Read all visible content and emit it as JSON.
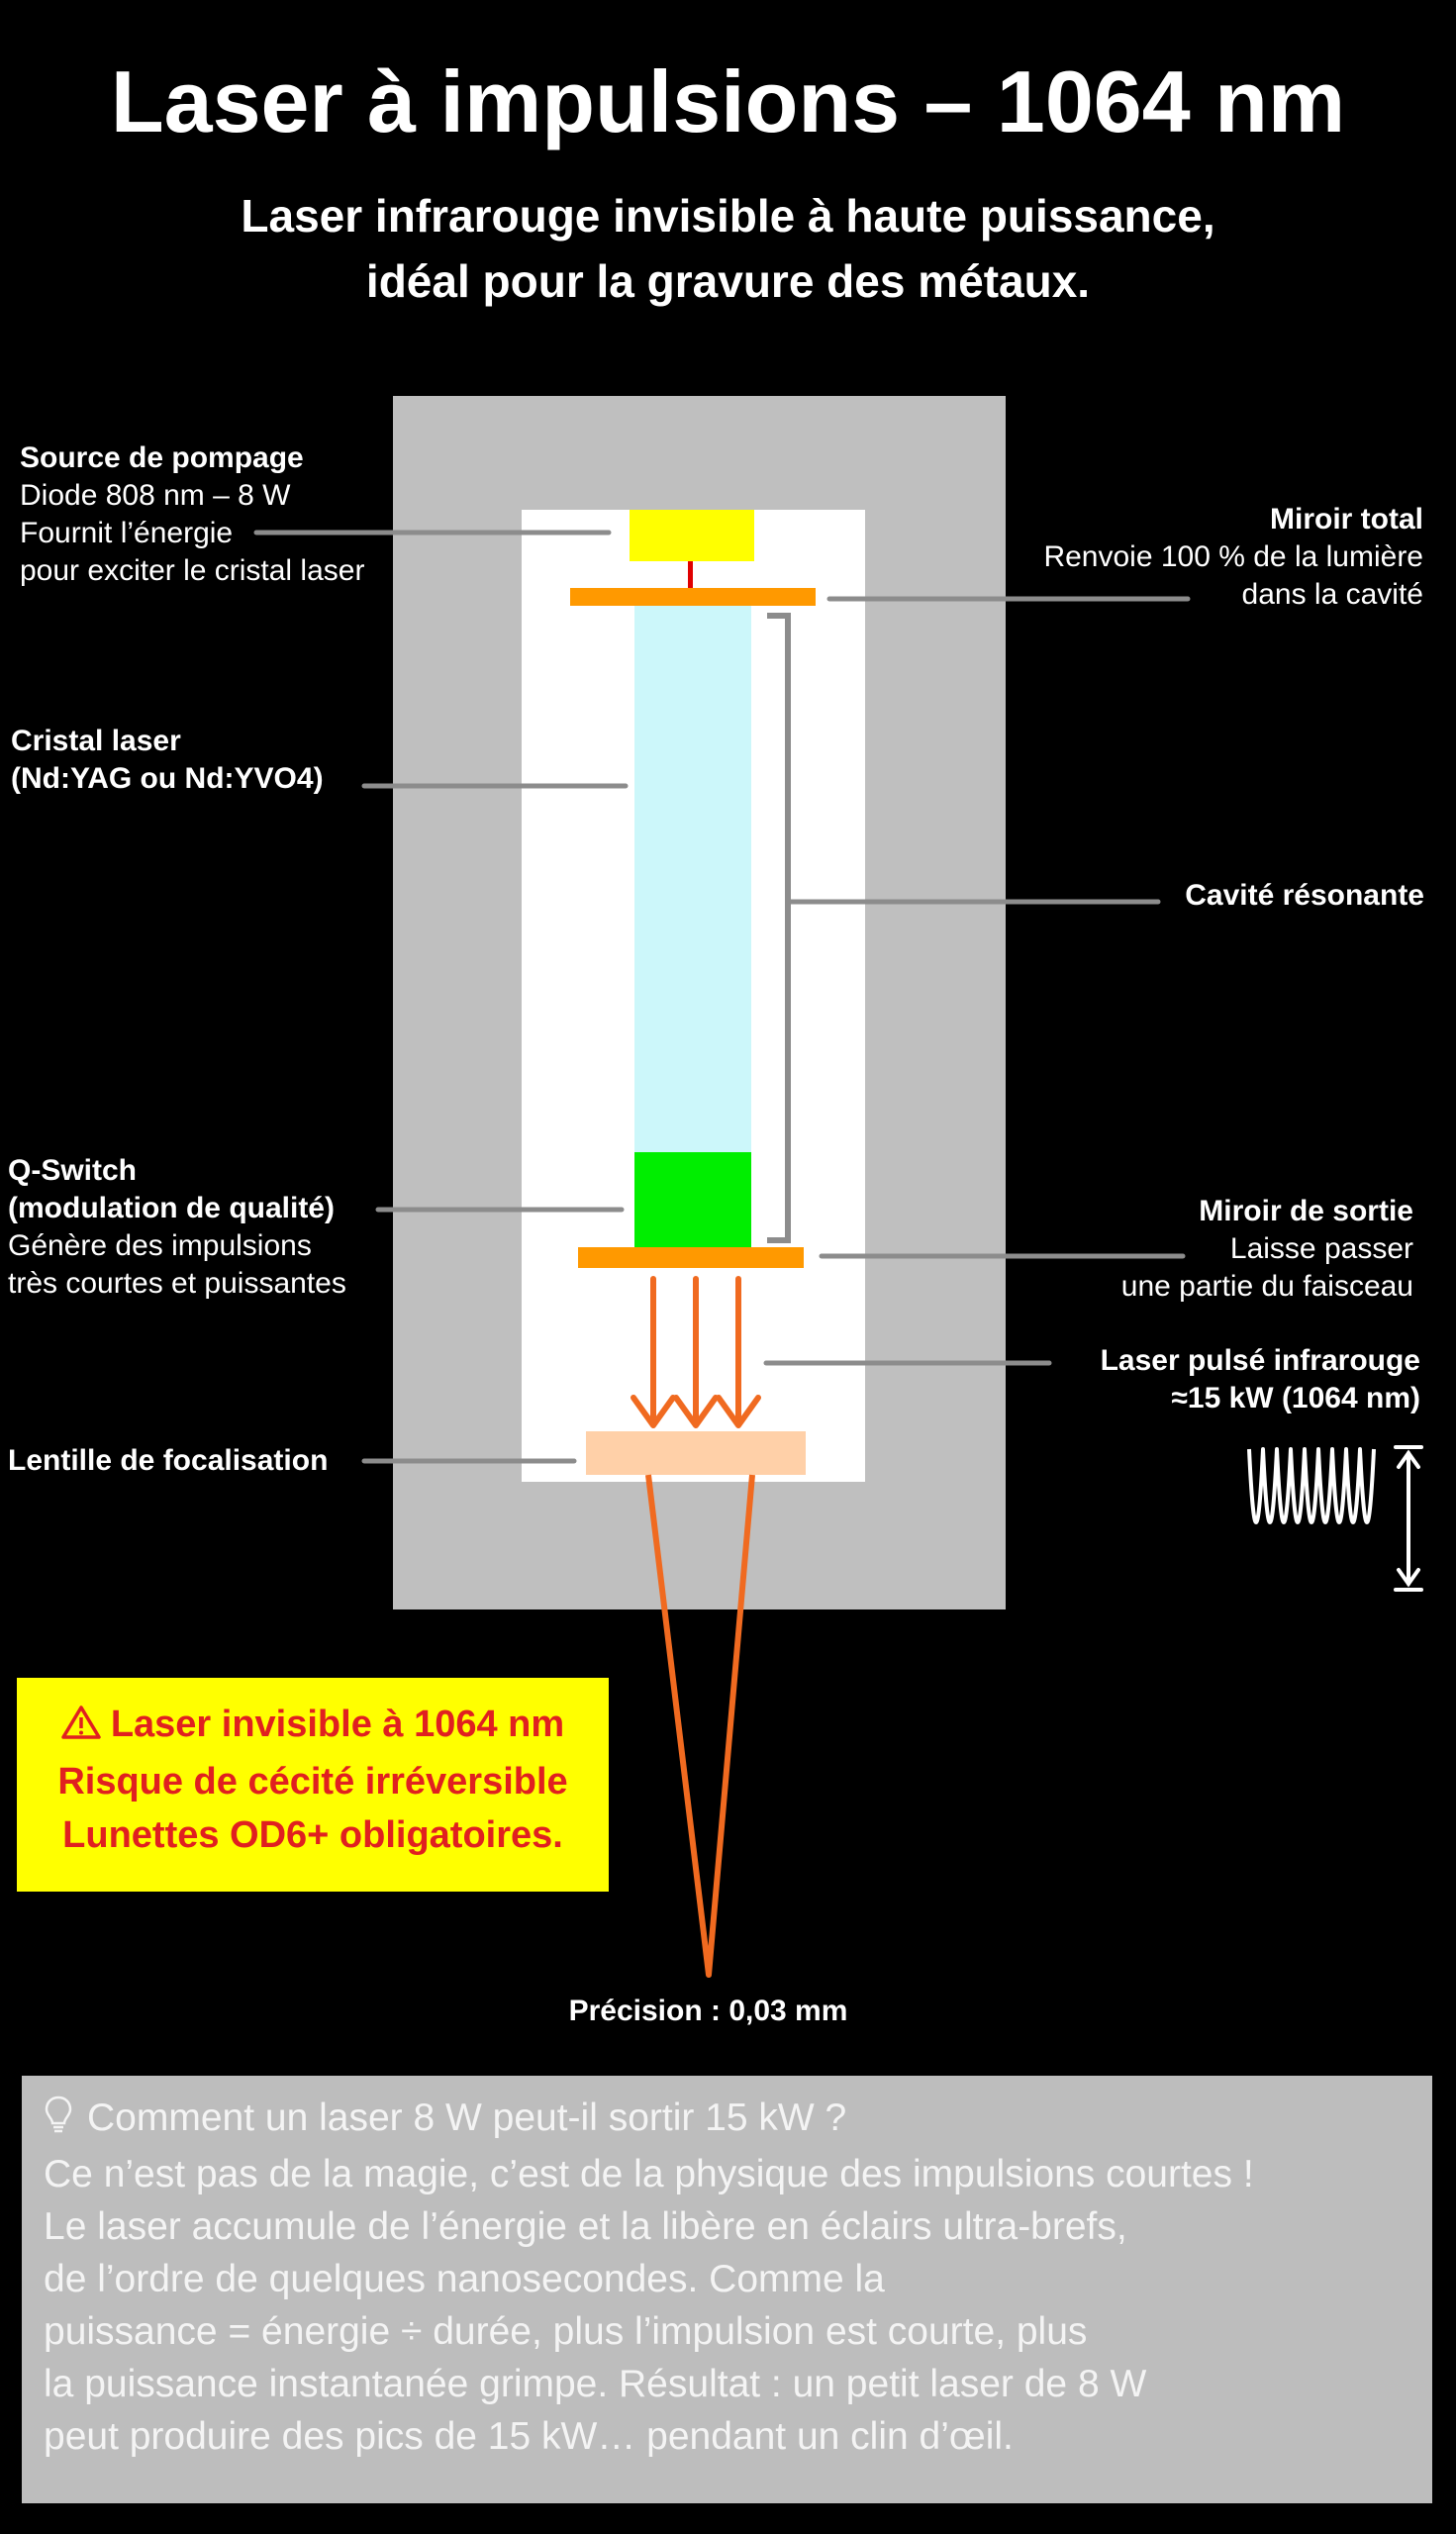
{
  "header": {
    "title": "Laser à impulsions – 1064 nm",
    "subtitle_line1": "Laser infrarouge invisible à haute puissance,",
    "subtitle_line2": "idéal pour la gravure des métaux."
  },
  "labels": {
    "source": {
      "title": "Source de pompage",
      "lines": [
        "Diode 808 nm – 8 W",
        "Fournit l’énergie",
        "pour exciter le cristal laser"
      ]
    },
    "miroir_total": {
      "title": "Miroir total",
      "lines": [
        "Renvoie 100 % de la lumière",
        "dans la cavité"
      ]
    },
    "cristal": {
      "title": "Cristal laser",
      "lines": [
        "(Nd:YAG ou Nd:YVO4)"
      ]
    },
    "cavite": {
      "title": "Cavité résonante"
    },
    "qswitch": {
      "title": "Q-Switch",
      "lines": [
        "(modulation de qualité)",
        "Génère des impulsions",
        "très courtes et puissantes"
      ]
    },
    "miroir_sortie": {
      "title": "Miroir de sortie",
      "lines": [
        "Laisse passer",
        "une partie du faisceau"
      ]
    },
    "laser_pulse": {
      "title": "Laser pulsé infrarouge",
      "lines": [
        "≈15 kW (1064 nm)"
      ]
    },
    "lentille": {
      "title": "Lentille de focalisation"
    }
  },
  "warning": {
    "icon": "warning-triangle-icon",
    "lines": [
      "Laser invisible à 1064 nm",
      "Risque de cécité irréversible",
      "Lunettes OD6+ obligatoires."
    ]
  },
  "precision": "Précision : 0,03 mm",
  "info": {
    "icon": "lightbulb-icon",
    "lines": [
      "Comment un laser 8 W peut-il sortir 15 kW ?",
      "Ce n’est pas de la magie, c’est de la physique des impulsions courtes !",
      "Le laser accumule de l’énergie et la libère en éclairs ultra-brefs,",
      "de l’ordre de quelques nanosecondes. Comme la",
      "puissance = énergie ÷ durée, plus l’impulsion est courte, plus",
      "la puissance instantanée grimpe. Résultat : un petit laser de 8 W",
      "peut produire des pics de 15 kW… pendant un clin d’œil."
    ]
  },
  "colors": {
    "housing": "#bfbfbf",
    "inner": "#ffffff",
    "diode": "#ffff00",
    "mirror": "#ff9900",
    "crystal": "#ccf7fa",
    "qswitch": "#00ee00",
    "beam": "#f06a20",
    "lens": "#ffd0a8",
    "leader": "#8c8c8c",
    "warning_bg": "#ffff00",
    "warning_text": "#e02020"
  }
}
